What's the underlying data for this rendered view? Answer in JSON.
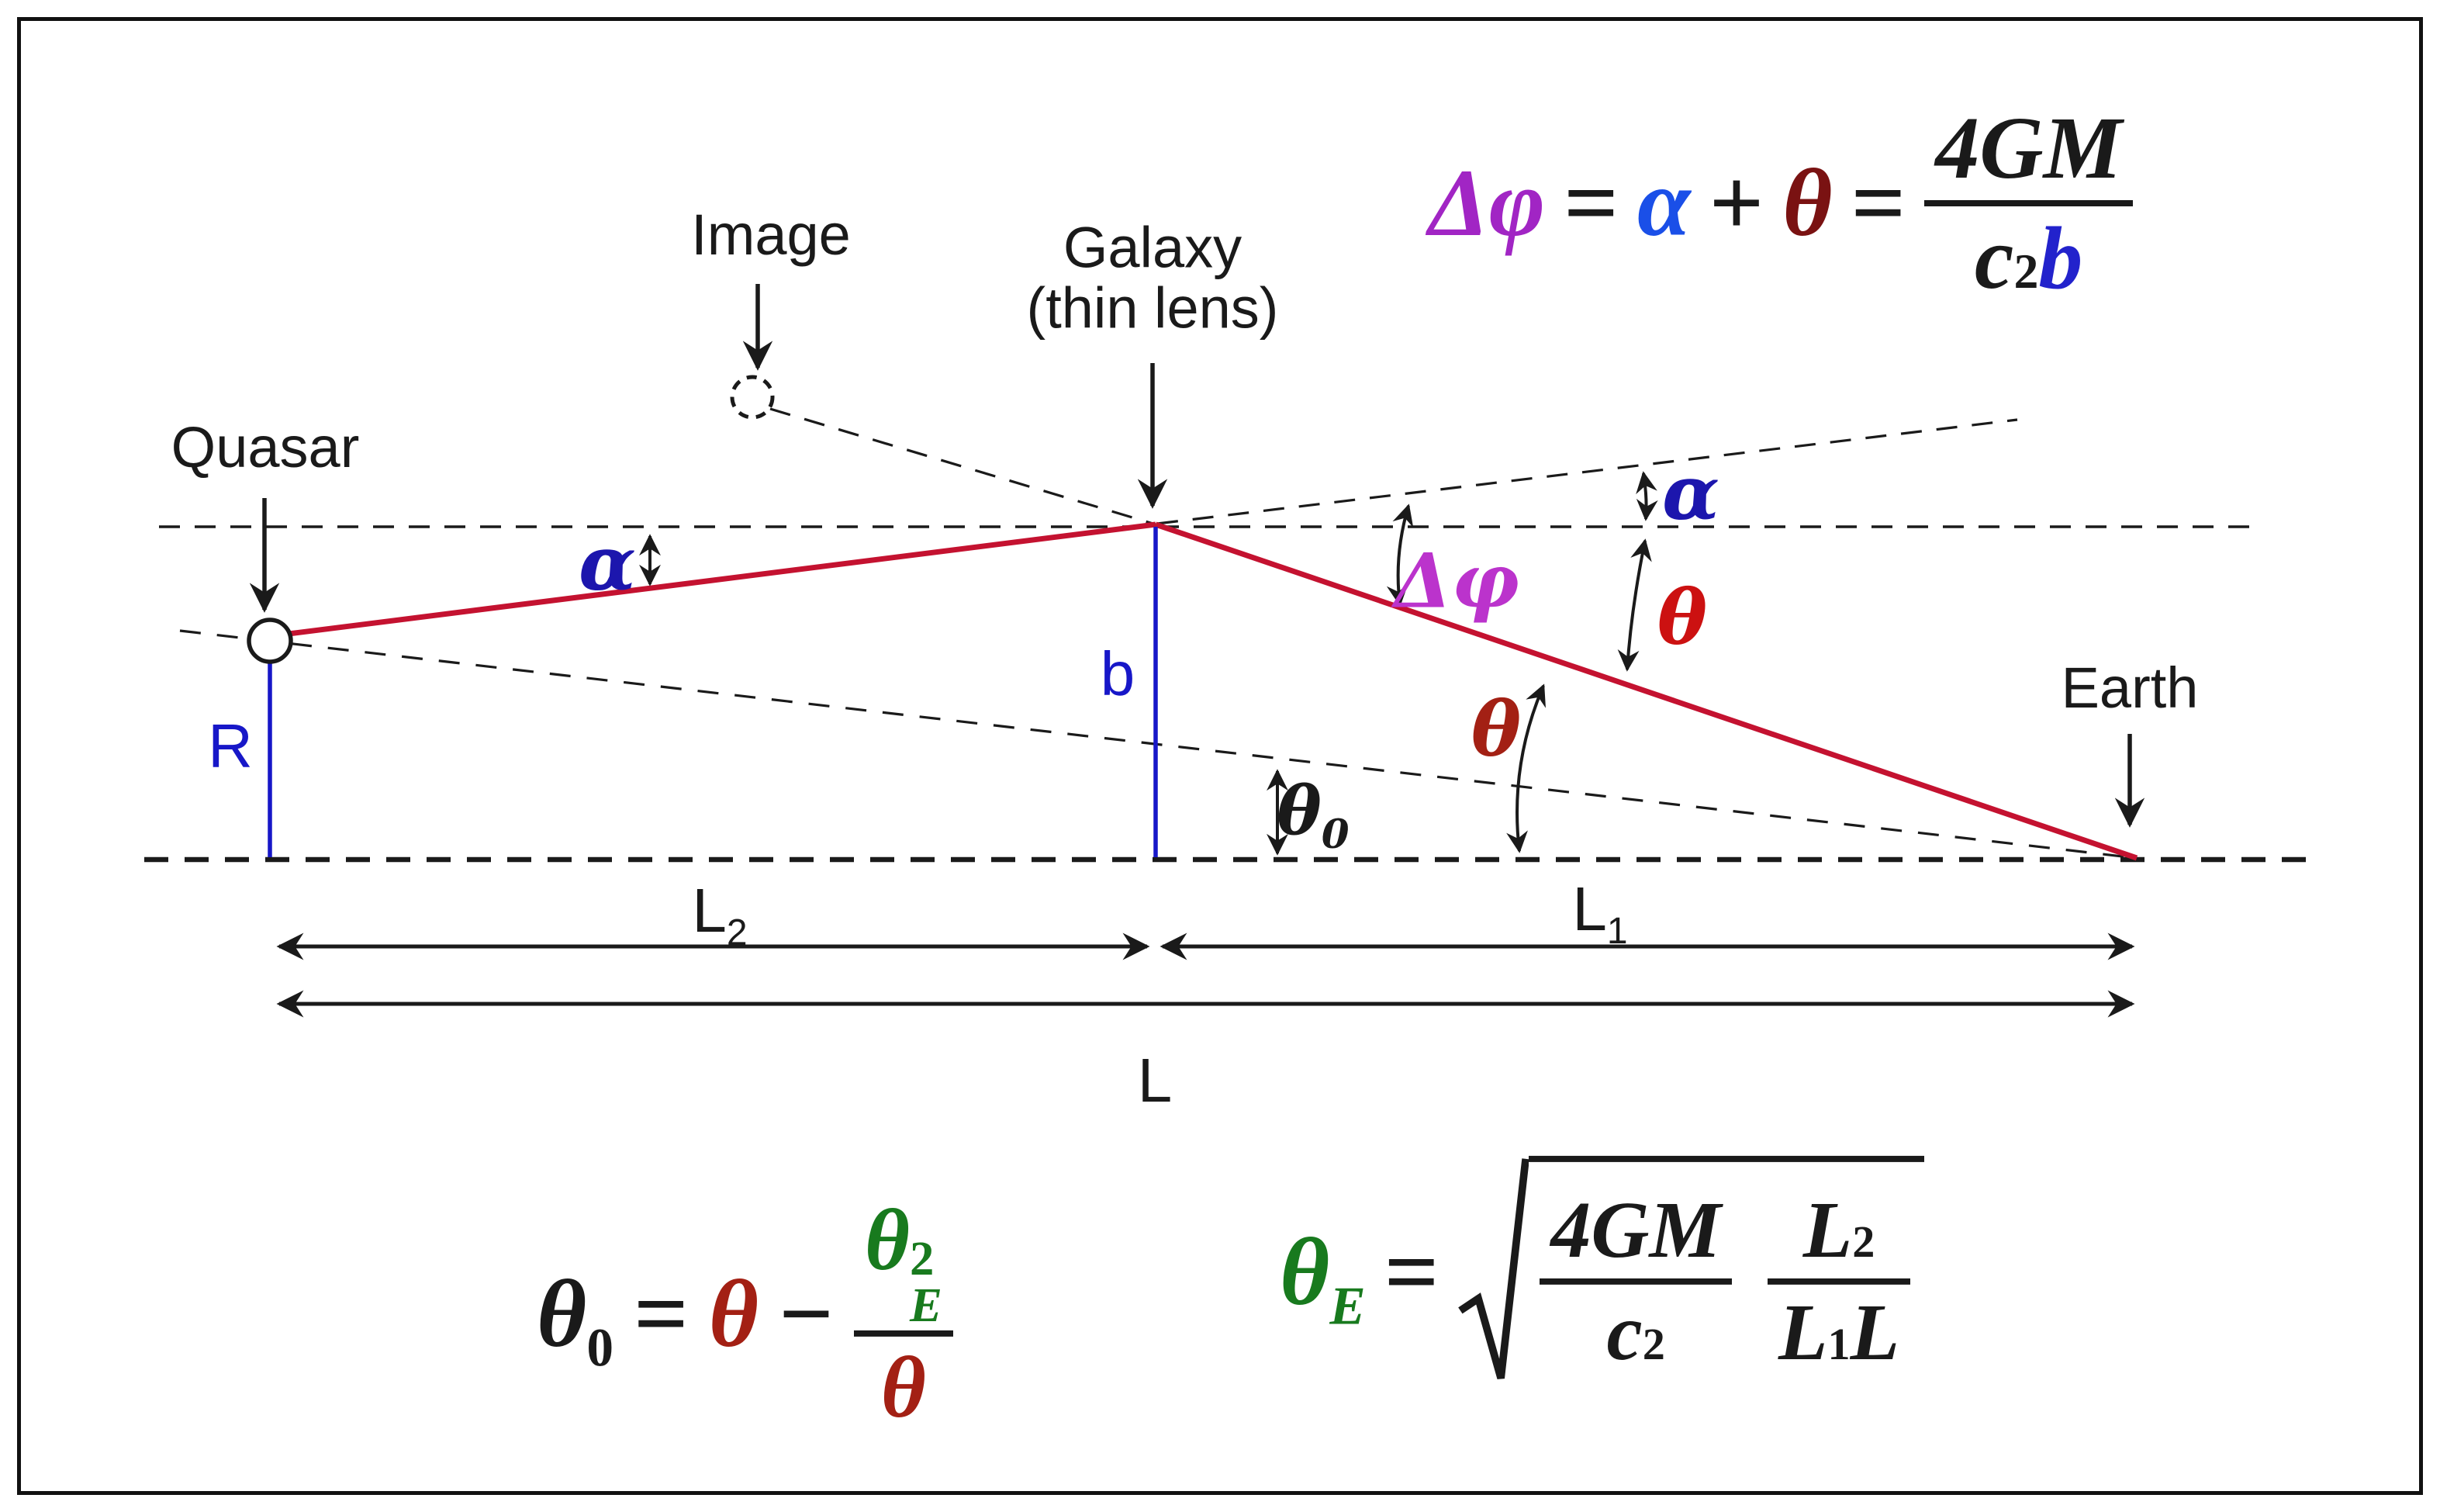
{
  "labels": {
    "quasar": "Quasar",
    "image": "Image",
    "galaxy_line1": "Galaxy",
    "galaxy_line2": "(thin lens)",
    "earth": "Earth",
    "radius": "R",
    "impact_parameter": "b",
    "alpha_left": "α",
    "alpha_right": "α",
    "delta_phi": "Δφ",
    "theta_upper": "θ",
    "theta_lower": "θ",
    "theta_zero_base": "θ",
    "theta_zero_sub": "0",
    "L2_base": "L",
    "L2_sub": "2",
    "L1_base": "L",
    "L1_sub": "1",
    "L_total": "L"
  },
  "equations": {
    "deflection": {
      "lhs": "Δφ",
      "eq1": "=",
      "alpha": "α",
      "plus": "+",
      "theta": "θ",
      "eq2": "=",
      "numerator": "4GM",
      "den_c": "c",
      "den_exp": "2",
      "den_b": "b"
    },
    "theta_zero": {
      "lhs_base": "θ",
      "lhs_sub": "0",
      "eq": "=",
      "theta": "θ",
      "minus": "−",
      "num_base": "θ",
      "num_exp": "2",
      "num_sub": "E",
      "den": "θ"
    },
    "einstein_radius": {
      "lhs_base": "θ",
      "lhs_sub": "E",
      "eq": "=",
      "f1_num": "4GM",
      "f1_den_base": "c",
      "f1_den_exp": "2",
      "f2_num_base": "L",
      "f2_num_sub": "2",
      "f2_den_l1": "L",
      "f2_den_l1_sub": "1",
      "f2_den_l": "L"
    }
  },
  "colors": {
    "ray_red": "#c41230",
    "geometry_blue": "#1717c8",
    "angle_alpha_blue": "#1c16ad",
    "equation_alpha_blue": "#1a4fe8",
    "equation_b_blue": "#2222cc",
    "delta_phi_magenta": "#bb33cc",
    "equation_delta_phi_purple": "#a125c4",
    "equation_theta_maroon": "#7a1212",
    "theta_upper_red": "#cc1111",
    "theta_lower_red": "#a32014",
    "einstein_green": "#187a1e",
    "ink_black": "#1a1a1a"
  }
}
